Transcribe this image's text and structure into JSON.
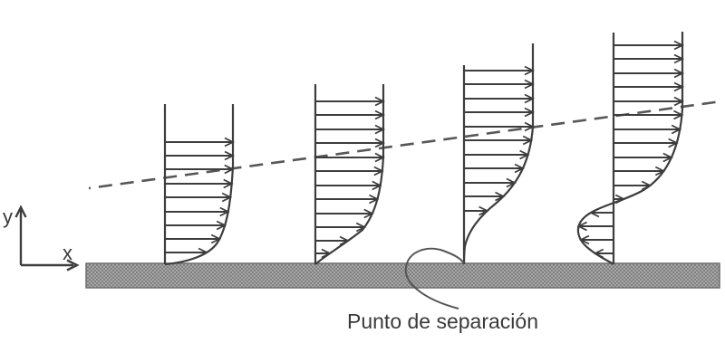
{
  "figure": {
    "kind": "boundary-layer-separation-diagram",
    "background": "#ffffff"
  },
  "labels": {
    "y_axis": "y",
    "x_axis": "x",
    "separation_point": "Punto de separación"
  },
  "colors": {
    "stroke": "#3d3d3d",
    "dashed_line": "#575757",
    "leader_line": "#555555",
    "text": "#3a3a3a",
    "wall_dark": "#808080",
    "wall_light": "#a7a7a7",
    "wall_border": "#6e6e6e",
    "background": "#ffffff"
  },
  "profiles": [
    {
      "id": "attached-1",
      "flow": "attached"
    },
    {
      "id": "attached-2",
      "flow": "attached"
    },
    {
      "id": "separation-point",
      "flow": "zero wall shear"
    },
    {
      "id": "separated",
      "flow": "reversed near wall"
    }
  ]
}
